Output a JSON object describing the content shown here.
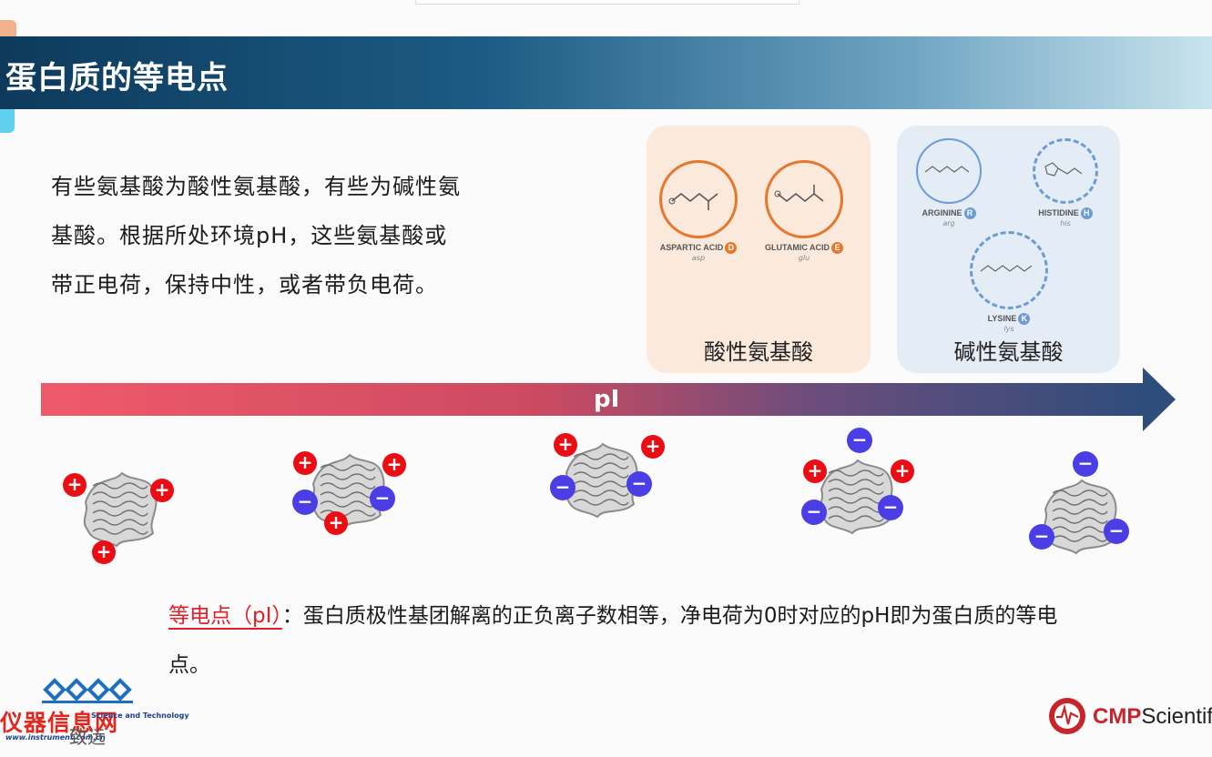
{
  "slide": {
    "title": "蛋白质的等电点",
    "intro_text": "有些氨基酸为酸性氨基酸，有些为碱性氨基酸。根据所处环境pH，这些氨基酸或带正电荷，保持中性，或者带负电荷。"
  },
  "acidic_panel": {
    "caption": "酸性氨基酸",
    "amino_acids": [
      {
        "name": "ASPARTIC ACID",
        "code": "D",
        "abbr": "asp"
      },
      {
        "name": "GLUTAMIC ACID",
        "code": "E",
        "abbr": "glu"
      }
    ]
  },
  "basic_panel": {
    "caption": "碱性氨基酸",
    "amino_acids": [
      {
        "name": "ARGININE",
        "code": "R",
        "abbr": "arg"
      },
      {
        "name": "HISTIDINE",
        "code": "H",
        "abbr": "his"
      },
      {
        "name": "LYSINE",
        "code": "K",
        "abbr": "lys"
      }
    ]
  },
  "ph_arrow": {
    "label": "pI"
  },
  "charge_symbols": {
    "positive": "+",
    "negative": "−"
  },
  "proteins": [
    {
      "positive": 3,
      "negative": 0
    },
    {
      "positive": 3,
      "negative": 2
    },
    {
      "positive": 2,
      "negative": 2
    },
    {
      "positive": 2,
      "negative": 3
    },
    {
      "positive": 0,
      "negative": 3
    }
  ],
  "definition": {
    "term": "等电点（pI）",
    "separator": "：",
    "text": "蛋白质极性基团解离的正负离子数相等，净电荷为0时对应的pH即为蛋白质的等电点。"
  },
  "logos": {
    "left_name": "仪器信息网",
    "left_tech": "Science and Technology",
    "left_url": "www.instrument.com.cn",
    "left_slogan": "致远",
    "right_brand_bold": "CMP",
    "right_brand_rest": "Scientific"
  },
  "colors": {
    "positive_charge": "#ea0d14",
    "negative_charge": "#4b3ee5",
    "acid_ring": "#e8772e",
    "base_ring": "#6d9bd3",
    "term_highlight": "#e02028"
  }
}
